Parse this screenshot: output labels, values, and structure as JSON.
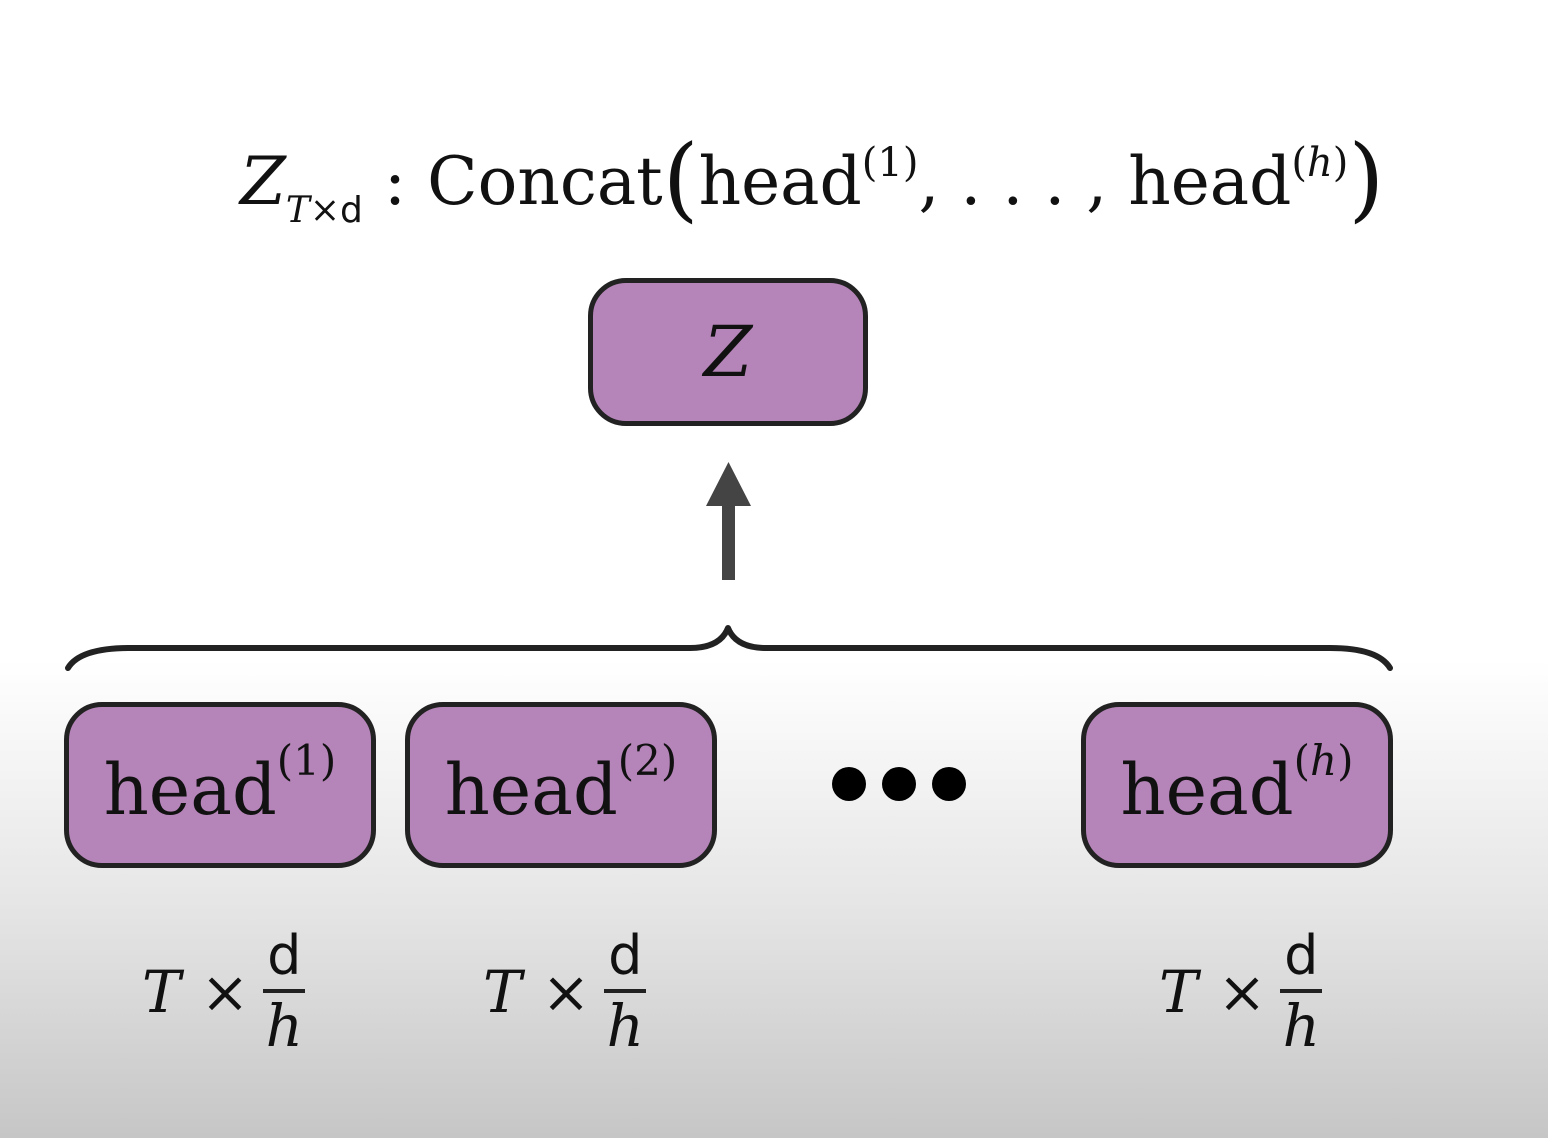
{
  "formula": {
    "z": "Z",
    "sub_t": "T",
    "sub_times": "×",
    "sub_d": "d",
    "colon": " : ",
    "concat": "Concat",
    "lparen": "(",
    "head1": "head",
    "sup1": "(1)",
    "ellipsis": ", . . . , ",
    "headh": "head",
    "suph_open": "(",
    "suph_var": "h",
    "suph_close": ")",
    "rparen": ")"
  },
  "output_box": {
    "label": "Z"
  },
  "heads": [
    {
      "label": "head",
      "sup_open": "(",
      "sup_var": "1",
      "sup_close": ")"
    },
    {
      "label": "head",
      "sup_open": "(",
      "sup_var": "2",
      "sup_close": ")"
    },
    {
      "label": "head",
      "sup_open": "(",
      "sup_var": "h",
      "sup_close": ")"
    }
  ],
  "dimensions": [
    {
      "t": "T",
      "times": "×",
      "num": "d",
      "den": "h"
    },
    {
      "t": "T",
      "times": "×",
      "num": "d",
      "den": "h"
    },
    {
      "t": "T",
      "times": "×",
      "num": "d",
      "den": "h"
    }
  ],
  "colors": {
    "box_fill": "#b584b8",
    "box_border": "#222222",
    "arrow": "#444444",
    "dots": "#000000"
  }
}
